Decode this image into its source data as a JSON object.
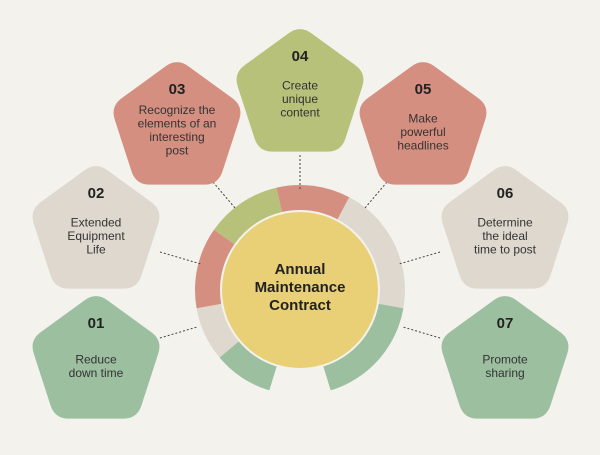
{
  "center": {
    "lines": [
      "Annual",
      "Maintenance",
      "Contract"
    ],
    "color": "#e9cf76"
  },
  "colors": {
    "green": "#9cbfa0",
    "beige": "#ded8cf",
    "red": "#d58f80",
    "olive": "#b7c179",
    "connector": "#444444"
  },
  "items": [
    {
      "number": "01",
      "lines": [
        "Reduce",
        "down time"
      ],
      "color": "#9cbfa0"
    },
    {
      "number": "02",
      "lines": [
        "Extended",
        "Equipment",
        "Life"
      ],
      "color": "#ded8cf"
    },
    {
      "number": "03",
      "lines": [
        "Recognize the",
        "elements of an",
        "interesting",
        "post"
      ],
      "color": "#d58f80"
    },
    {
      "number": "04",
      "lines": [
        "Create",
        "unique",
        "content"
      ],
      "color": "#b7c179"
    },
    {
      "number": "05",
      "lines": [
        "Make",
        "powerful",
        "headlines"
      ],
      "color": "#d58f80"
    },
    {
      "number": "06",
      "lines": [
        "Determine",
        "the ideal",
        "time to post"
      ],
      "color": "#ded8cf"
    },
    {
      "number": "07",
      "lines": [
        "Promote",
        "sharing"
      ],
      "color": "#9cbfa0"
    }
  ]
}
